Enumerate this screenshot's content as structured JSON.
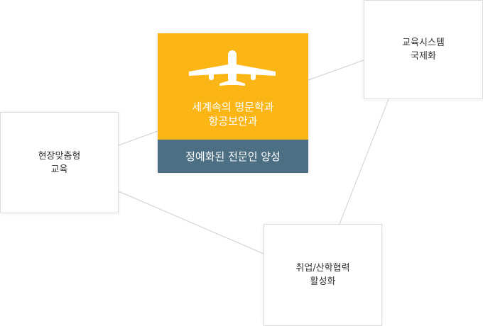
{
  "center": {
    "title_line1": "세계속의 명문학과",
    "title_line2": "항공보안과",
    "subtitle": "정예화된 전문인 양성",
    "accent_color": "#fbb616",
    "bar_color": "#4d6f84",
    "icon": "airplane-icon"
  },
  "nodes": {
    "left": {
      "line1": "현장맞춤형",
      "line2": "교육"
    },
    "top_right": {
      "line1": "교육시스템",
      "line2": "국제화"
    },
    "bottom": {
      "line1": "취업/산학협력",
      "line2": "활성화"
    }
  }
}
